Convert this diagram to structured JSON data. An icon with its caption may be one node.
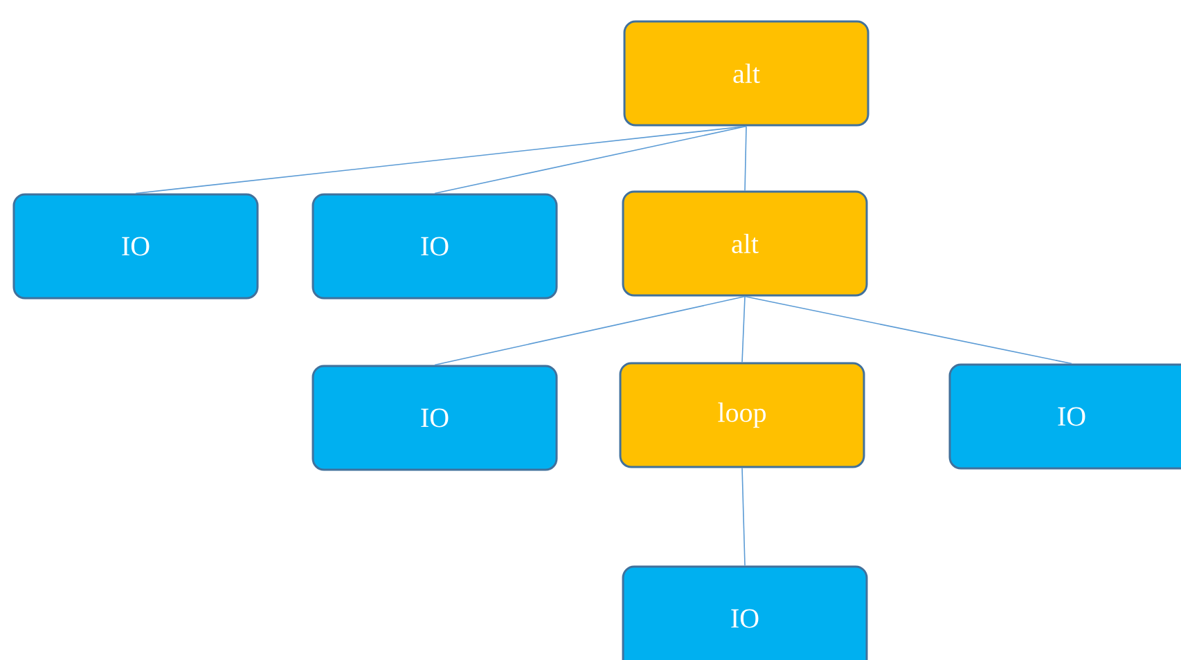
{
  "diagram": {
    "nodes": [
      {
        "text": [
          "alt"
        ]
      },
      {
        "text": [
          "IO"
        ]
      },
      {
        "text": [
          "IO"
        ]
      },
      {
        "text": [
          "alt"
        ]
      },
      {
        "text": [
          "IO"
        ]
      },
      {
        "text": [
          "loop"
        ]
      },
      {
        "text": [
          "IO"
        ]
      },
      {
        "text": [
          "IO"
        ]
      }
    ],
    "edges": [
      {
        "from": 0,
        "to": 1,
        "arrow": "none"
      },
      {
        "from": 0,
        "to": 2,
        "arrow": "none"
      },
      {
        "from": 0,
        "to": 3,
        "arrow": "none"
      },
      {
        "from": 3,
        "to": 4,
        "arrow": "none"
      },
      {
        "from": 3,
        "to": 5,
        "arrow": "none"
      },
      {
        "from": 3,
        "to": 6,
        "arrow": "none"
      },
      {
        "from": 5,
        "to": 7,
        "arrow": "none"
      }
    ]
  }
}
